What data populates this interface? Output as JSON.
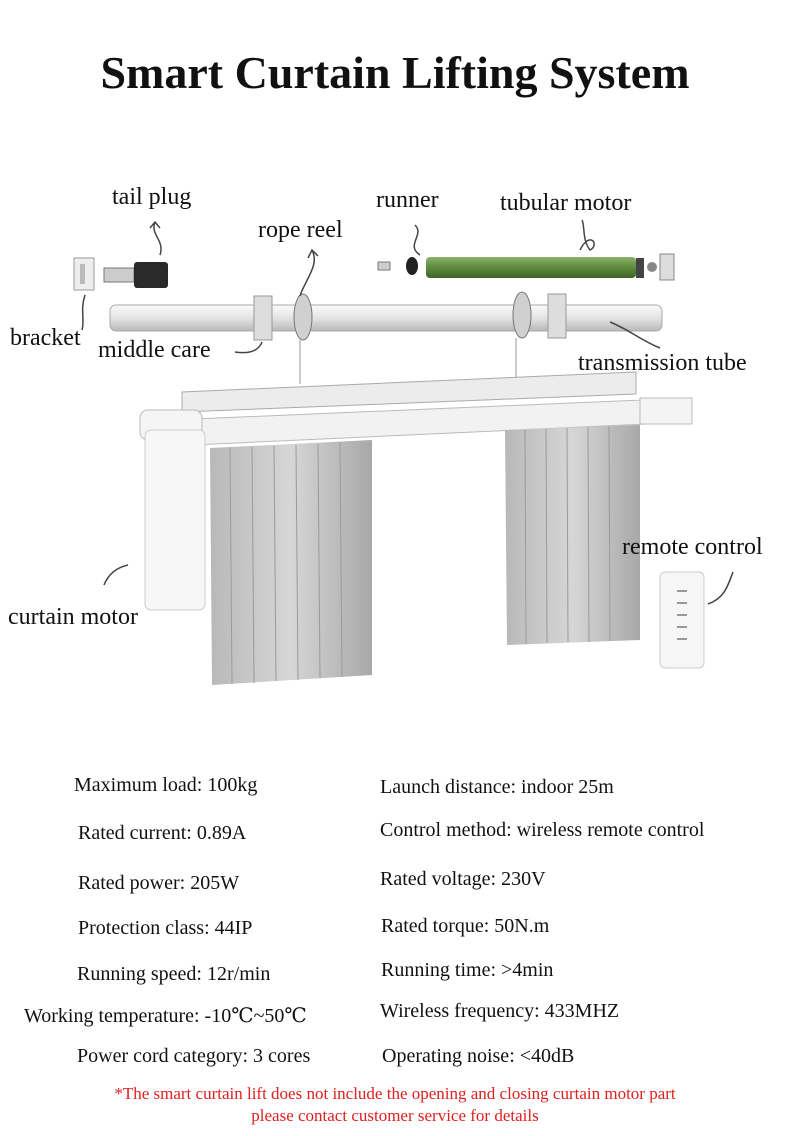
{
  "title": "Smart Curtain Lifting System",
  "labels": {
    "tail_plug": "tail plug",
    "runner": "runner",
    "tubular_motor": "tubular motor",
    "rope_reel": "rope reel",
    "bracket": "bracket",
    "middle_care": "middle care",
    "transmission_tube": "transmission tube",
    "remote_control": "remote control",
    "curtain_motor": "curtain motor"
  },
  "specs_left": [
    "Maximum load: 100kg",
    "Rated current: 0.89A",
    "Rated power: 205W",
    "Protection class: 44IP",
    "Running speed: 12r/min",
    "Working temperature: -10℃~50℃",
    "Power cord category: 3 cores"
  ],
  "specs_right": [
    "Launch distance: indoor 25m",
    "Control method: wireless remote control",
    "Rated voltage: 230V",
    "Rated torque: 50N.m",
    "Running time: >4min",
    "Wireless frequency: 433MHZ",
    "Operating noise: <40dB"
  ],
  "note": {
    "line1": "*The smart curtain lift does not include the opening and closing curtain motor part",
    "line2": "please contact customer service for details"
  },
  "colors": {
    "note": "#e0201f",
    "motor": "#5f8a3e"
  }
}
